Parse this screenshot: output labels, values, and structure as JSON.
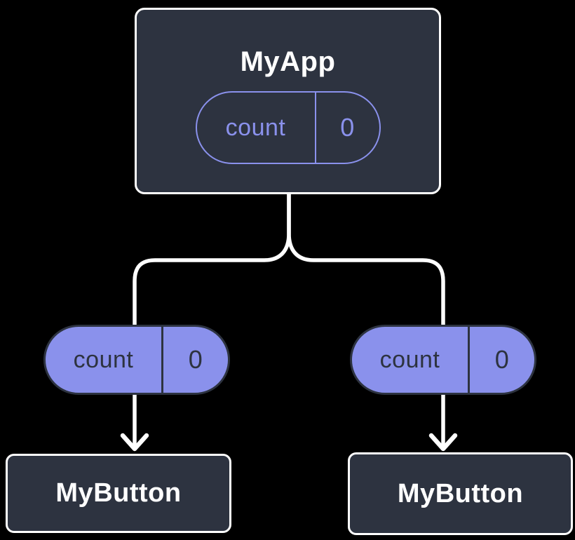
{
  "colors": {
    "background": "#000000",
    "node_fill": "#2d3340",
    "node_border": "#ffffff",
    "accent_purple": "#8a91ec",
    "dark_text": "#2d3340",
    "white_text": "#ffffff",
    "line_color": "#ffffff"
  },
  "diagram": {
    "root": {
      "label": "MyApp",
      "state": {
        "name": "count",
        "value": "0"
      }
    },
    "props": [
      {
        "name": "count",
        "value": "0"
      },
      {
        "name": "count",
        "value": "0"
      }
    ],
    "children": [
      {
        "label": "MyButton"
      },
      {
        "label": "MyButton"
      }
    ]
  }
}
